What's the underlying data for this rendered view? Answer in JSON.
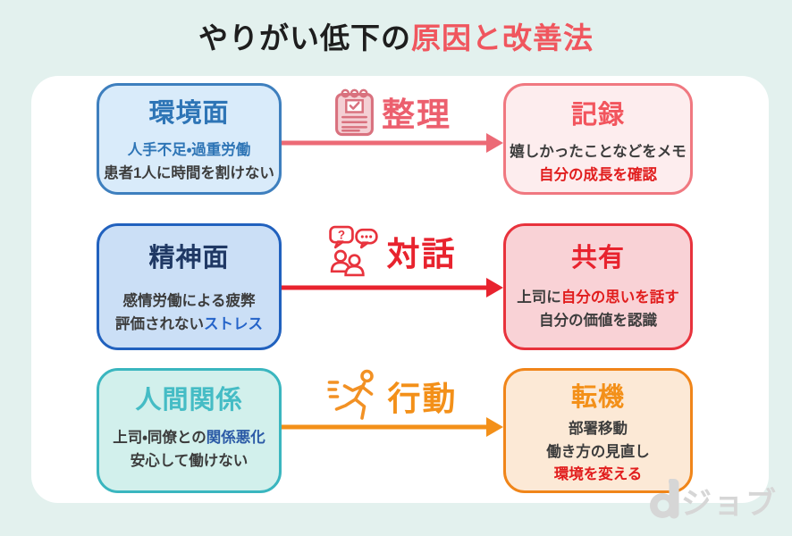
{
  "title": {
    "main": "やりがい低下の",
    "accent": "原因と改善法"
  },
  "rows": [
    {
      "cause": {
        "title": "環境面",
        "line1": "人手不足・過重労働",
        "line2": "患者1人に時間を割けない"
      },
      "action": {
        "label": "整理",
        "icon": "memo-clipboard-icon"
      },
      "result": {
        "title": "記録",
        "line1": "嬉しかったことなどをメモ",
        "line2": "自分の成長を確認"
      }
    },
    {
      "cause": {
        "title": "精神面",
        "line1": "感情労働による疲弊",
        "line2_pre": "評価されない",
        "line2_em": "ストレス"
      },
      "action": {
        "label": "対話",
        "icon": "chat-people-icon"
      },
      "result": {
        "title": "共有",
        "line1_pre": "上司に",
        "line1_em": "自分の思いを話す",
        "line2": "自分の価値を認識"
      }
    },
    {
      "cause": {
        "title": "人間関係",
        "line1_pre": "上司・同僚との",
        "line1_em": "関係悪化",
        "line2": "安心して働けない"
      },
      "action": {
        "label": "行動",
        "icon": "running-person-icon"
      },
      "result": {
        "title": "転機",
        "line1": "部署移動",
        "line2": "働き方の見直し",
        "line3": "環境を変える"
      }
    }
  ],
  "logo": {
    "mark": "d",
    "text": "ジョブ"
  },
  "colors": {
    "page_bg": "#E3F1EE",
    "card_bg": "#FFFFFF",
    "title_accent": "#F0565E",
    "row1_cause_bg": "#D9EBFA",
    "row1_cause_border": "#3E7FBE",
    "row1_cause_title": "#2E75B6",
    "row1_arrow": "#EC6A76",
    "row1_label": "#EC5F6E",
    "row1_result_bg": "#FDEDEE",
    "row1_result_border": "#F07880",
    "row1_result_title": "#F2555D",
    "row2_cause_bg": "#CBDFF6",
    "row2_cause_border": "#2161BE",
    "row2_cause_title": "#1F3864",
    "row2_arrow": "#E8232E",
    "row2_label": "#E8232E",
    "row2_result_bg": "#F9D2D6",
    "row2_result_border": "#E8323C",
    "row2_result_title": "#E8232E",
    "row3_cause_bg": "#D2F0EC",
    "row3_cause_border": "#3AB6BF",
    "row3_cause_title": "#45BCC5",
    "row3_arrow": "#F39019",
    "row3_label": "#F39019",
    "row3_result_bg": "#FCE9D6",
    "row3_result_border": "#F08519",
    "row3_result_title": "#F39019",
    "emphasis_red": "#E11D1D",
    "emphasis_blue": "#2E75B6",
    "emphasis_bright_blue": "#2463C9",
    "emphasis_navy": "#2B5AA6",
    "logo_gray": "#D6D6D6"
  }
}
